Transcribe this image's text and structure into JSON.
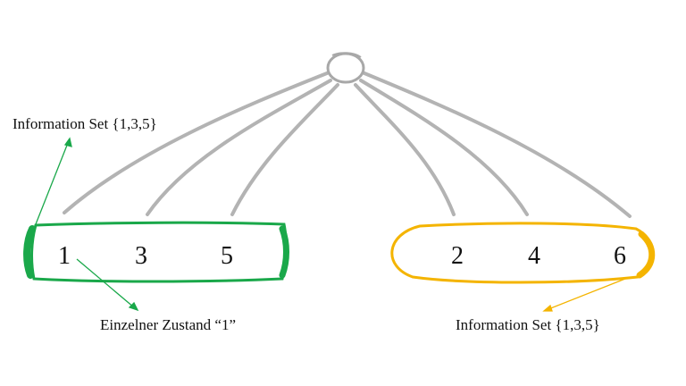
{
  "colors": {
    "branch": "#b3b3b3",
    "root": "#a8a8a8",
    "green": "#1aa84a",
    "orange": "#f4b400",
    "text": "#111111"
  },
  "nodes": {
    "n1": "1",
    "n3": "3",
    "n5": "5",
    "n2": "2",
    "n4": "4",
    "n6": "6"
  },
  "annotations": {
    "top_left": "Information Set {1,3,5}",
    "single_state": "Einzelner Zustand “1”",
    "bottom_right": "Information Set {1,3,5}"
  }
}
